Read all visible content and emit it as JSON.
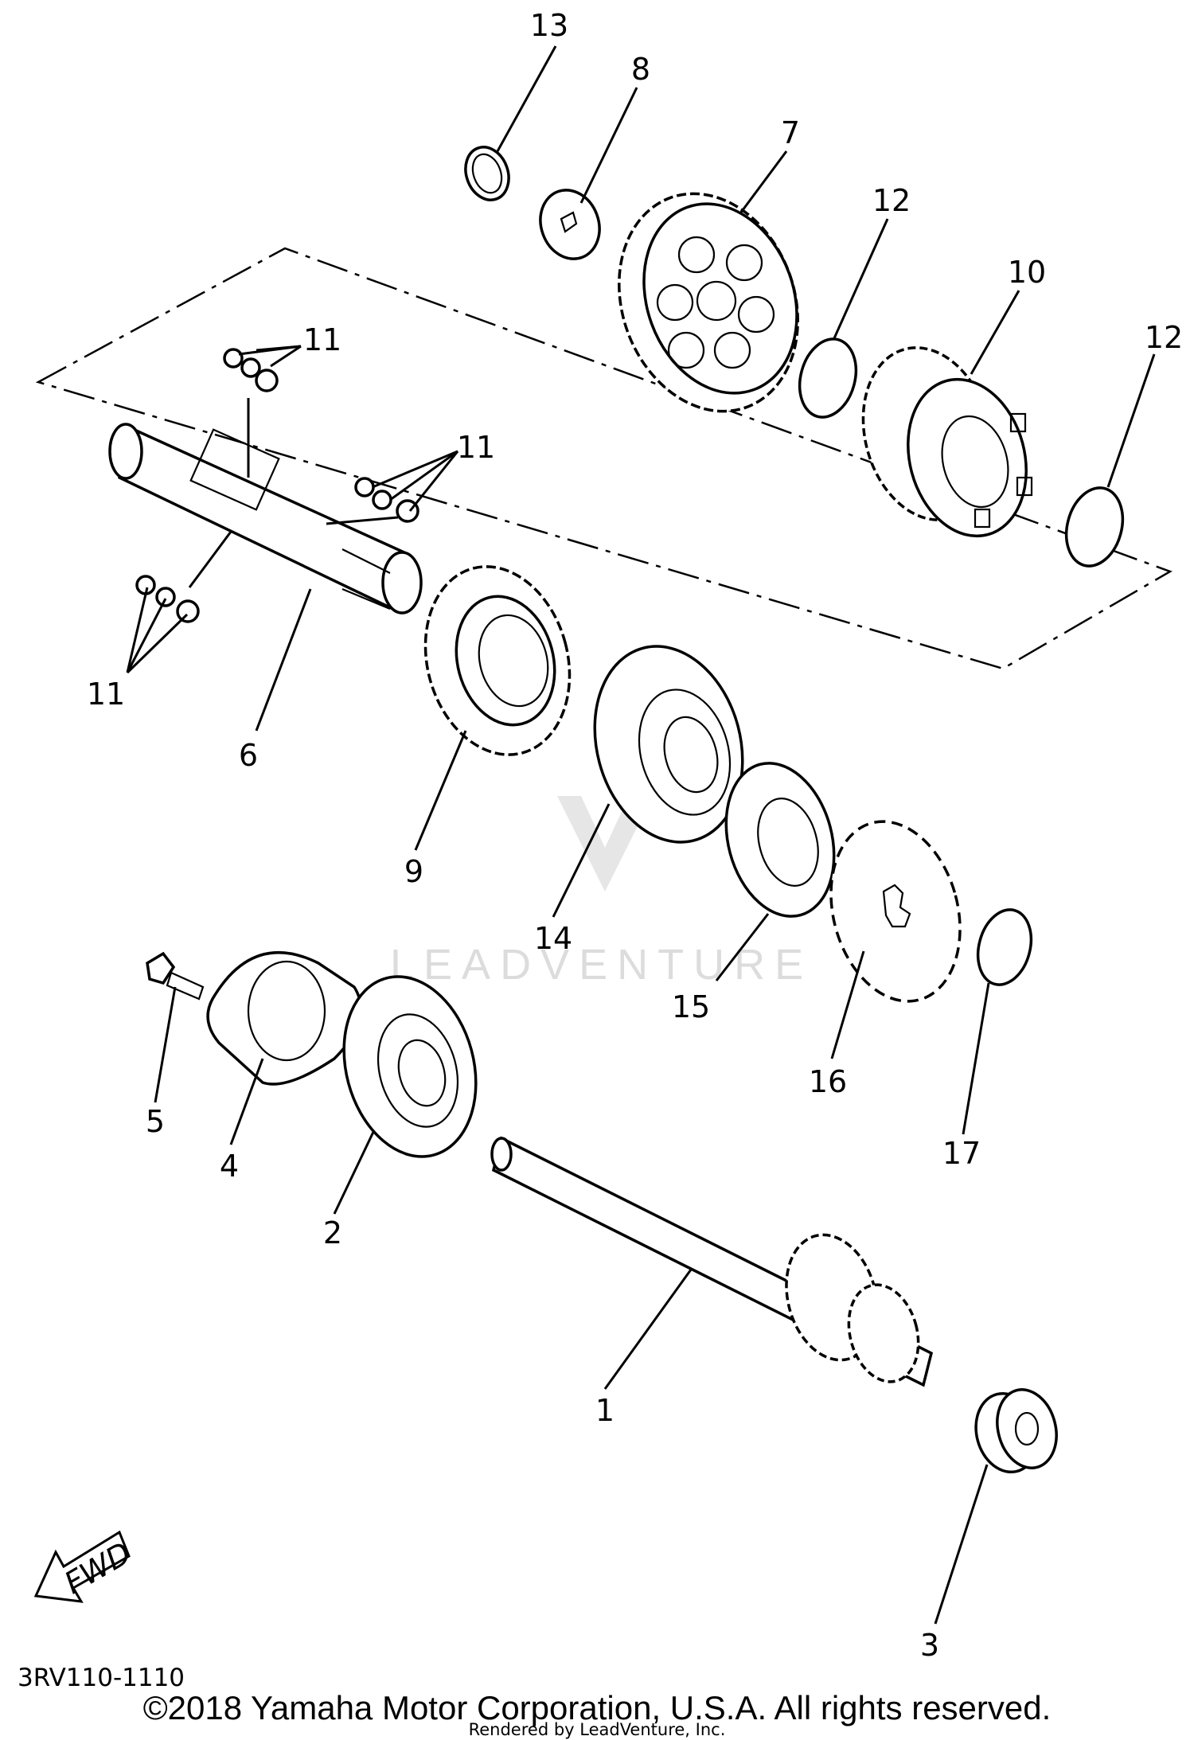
{
  "diagram": {
    "callouts": [
      "13",
      "8",
      "7",
      "12",
      "10",
      "12",
      "11",
      "11",
      "11",
      "6",
      "9",
      "14",
      "15",
      "16",
      "17",
      "5",
      "4",
      "2",
      "1",
      "3"
    ],
    "fwd_label": "FWD",
    "drawing_code": "3RV110-1110",
    "copyright": "©2018 Yamaha Motor Corporation, U.S.A. All rights reserved.",
    "rendered_by": "Rendered by LeadVenture, Inc.",
    "watermark": "LEADVENTURE"
  }
}
